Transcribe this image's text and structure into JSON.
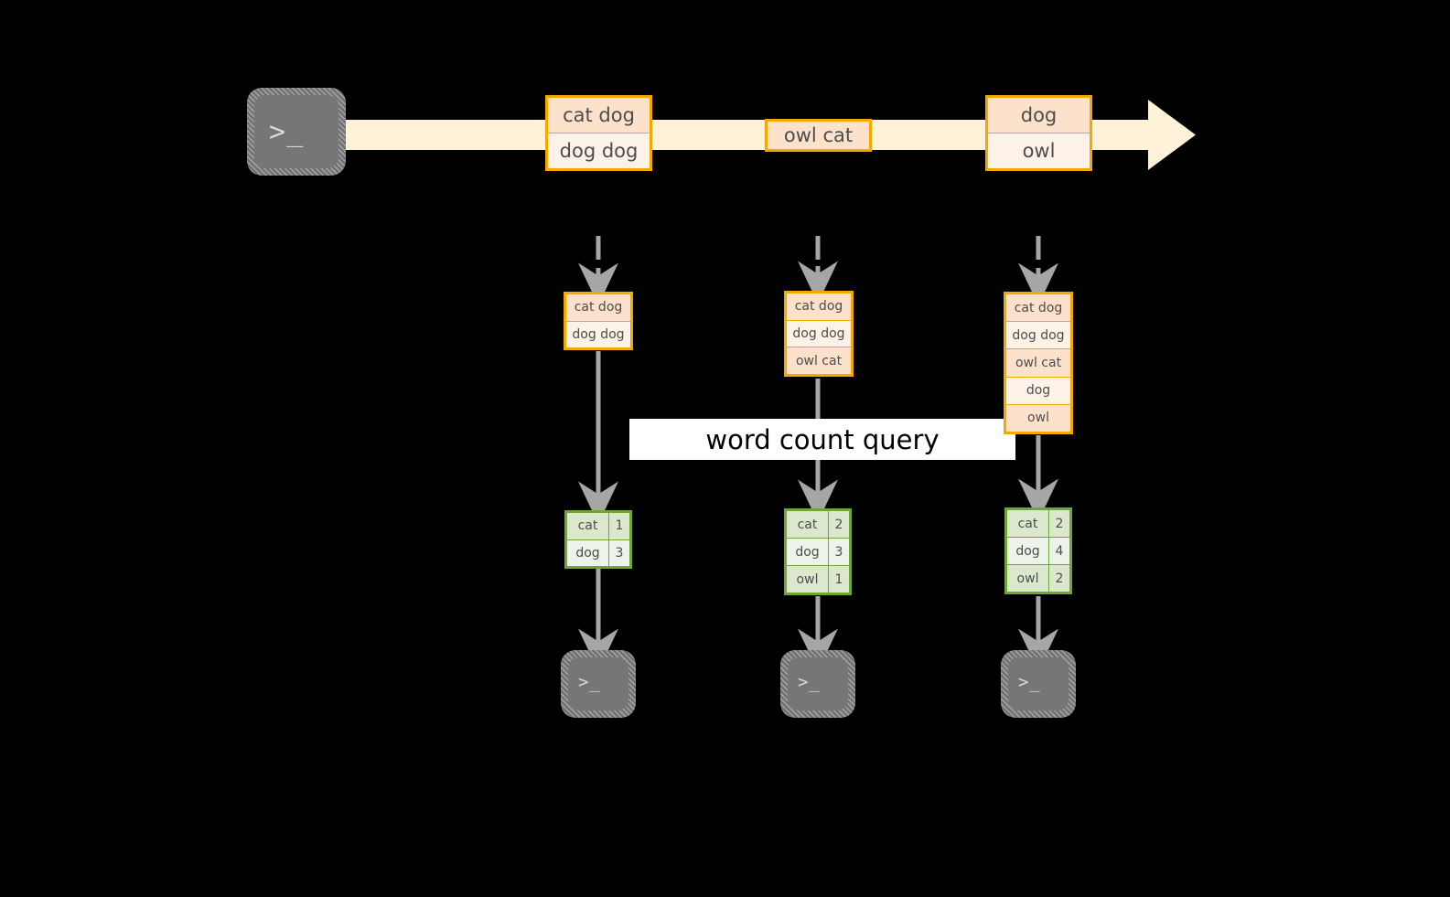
{
  "diagram": {
    "title_label": "word count query",
    "colors": {
      "background": "#000000",
      "stream_band": "#FFF2D8",
      "record_border": "#F5A800",
      "record_fill_dark": "#FCE2CB",
      "record_fill_light": "#FDF2E8",
      "table_border": "#70A637",
      "table_fill_dark": "#DCE8CE",
      "table_fill_light": "#EDF3E8",
      "arrow_gray": "#A6A6A6",
      "terminal_gray": "#767676",
      "label_bg": "#FFFFFF",
      "label_text": "#000000"
    }
  },
  "producer": {
    "icon": "terminal-icon",
    "glyph": ">_"
  },
  "stream": {
    "name": "input-stream-arrow",
    "direction": "right",
    "groups": [
      {
        "name": "stream-group-1",
        "rows": [
          {
            "text": "cat dog",
            "shade": "dark"
          },
          {
            "text": "dog dog",
            "shade": "light"
          }
        ]
      },
      {
        "name": "stream-group-2",
        "rows": [
          {
            "text": "owl cat",
            "shade": "dark"
          }
        ]
      },
      {
        "name": "stream-group-3",
        "rows": [
          {
            "text": "dog",
            "shade": "dark"
          },
          {
            "text": "owl",
            "shade": "light"
          }
        ]
      }
    ]
  },
  "snapshots": [
    {
      "name": "snapshot-1",
      "rows": [
        {
          "text": "cat dog",
          "shade": "dark"
        },
        {
          "text": "dog dog",
          "shade": "light"
        }
      ]
    },
    {
      "name": "snapshot-2",
      "rows": [
        {
          "text": "cat dog",
          "shade": "dark"
        },
        {
          "text": "dog dog",
          "shade": "light"
        },
        {
          "text": "owl cat",
          "shade": "dark"
        }
      ]
    },
    {
      "name": "snapshot-3",
      "rows": [
        {
          "text": "cat dog",
          "shade": "dark"
        },
        {
          "text": "dog dog",
          "shade": "light"
        },
        {
          "text": "owl cat",
          "shade": "dark"
        },
        {
          "text": "dog",
          "shade": "light"
        },
        {
          "text": "owl",
          "shade": "dark"
        }
      ]
    }
  ],
  "results": [
    {
      "name": "result-table-1",
      "rows": [
        {
          "word": "cat",
          "count": "1",
          "shade": "dark"
        },
        {
          "word": "dog",
          "count": "3",
          "shade": "light"
        }
      ]
    },
    {
      "name": "result-table-2",
      "rows": [
        {
          "word": "cat",
          "count": "2",
          "shade": "dark"
        },
        {
          "word": "dog",
          "count": "3",
          "shade": "light"
        },
        {
          "word": "owl",
          "count": "1",
          "shade": "dark"
        }
      ]
    },
    {
      "name": "result-table-3",
      "rows": [
        {
          "word": "cat",
          "count": "2",
          "shade": "dark"
        },
        {
          "word": "dog",
          "count": "4",
          "shade": "light"
        },
        {
          "word": "owl",
          "count": "2",
          "shade": "dark"
        }
      ]
    }
  ],
  "consumers": [
    {
      "name": "consumer-terminal-1",
      "glyph": ">_"
    },
    {
      "name": "consumer-terminal-2",
      "glyph": ">_"
    },
    {
      "name": "consumer-terminal-3",
      "glyph": ">_"
    }
  ]
}
